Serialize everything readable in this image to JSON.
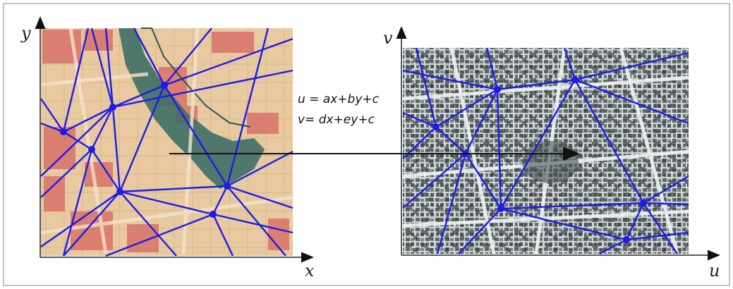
{
  "left_panel": {
    "x_axis_label": "x",
    "y_axis_label": "y",
    "map_style": "historical-colored-map"
  },
  "right_panel": {
    "x_axis_label": "u",
    "y_axis_label": "v",
    "map_style": "modern-grayscale-map"
  },
  "transform": {
    "equation_u": "u = ax+by+c",
    "equation_v": "v= dx+ey+c"
  },
  "colors": {
    "triangulation": "#1c1ce6",
    "frame": "#9a9a9a",
    "old_map_paper": "#e8c9a0",
    "old_map_buildings": "#d9736a",
    "river": "#3e6e66",
    "modern_map": "#8f9a9c"
  }
}
